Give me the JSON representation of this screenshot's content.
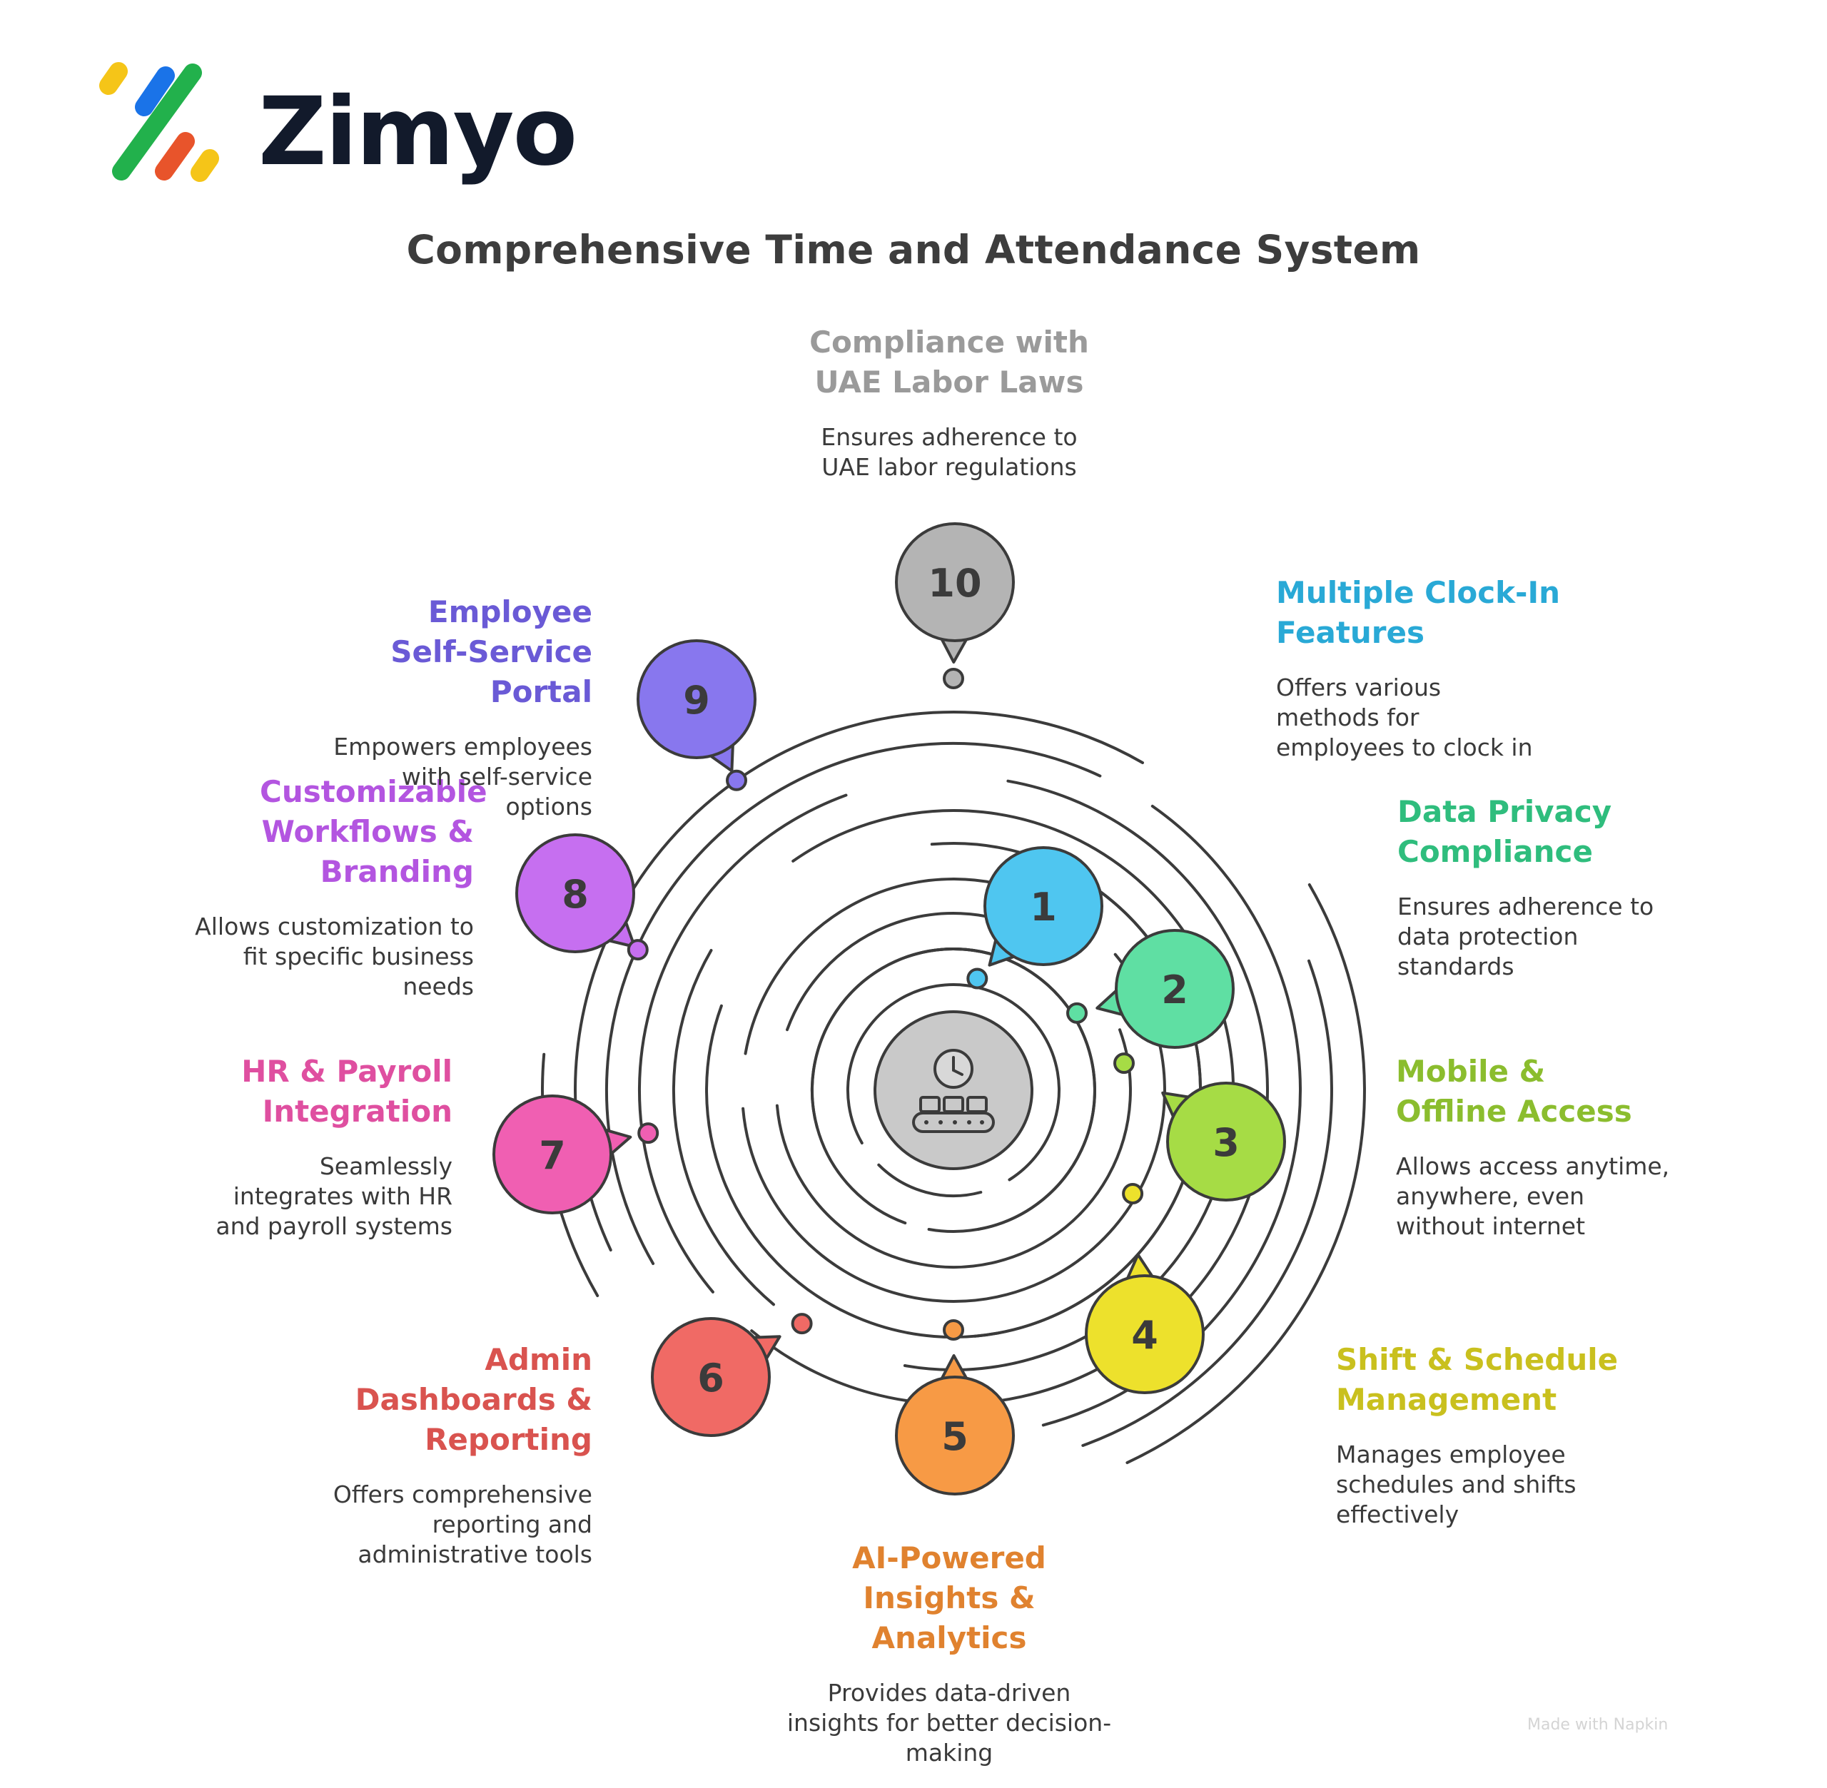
{
  "brand": {
    "name": "Zimyo",
    "logo_colors": [
      "#f5c518",
      "#1a73e8",
      "#22b14c",
      "#e8542b",
      "#f5c518"
    ]
  },
  "title": "Comprehensive Time and Attendance System",
  "center_icon": "clock-conveyor-icon",
  "features": [
    {
      "number": "1",
      "title": "Multiple Clock-In Features",
      "description": "Offers various methods for employees to clock in",
      "color": "#29a9d6",
      "fill": "#4fc6f0"
    },
    {
      "number": "2",
      "title": "Data Privacy Compliance",
      "description": "Ensures adherence to data protection standards",
      "color": "#2fbd7d",
      "fill": "#5fdfa3"
    },
    {
      "number": "3",
      "title": "Mobile & Offline Access",
      "description": "Allows access anytime, anywhere, even without internet",
      "color": "#8bbd2e",
      "fill": "#a6dc45"
    },
    {
      "number": "4",
      "title": "Shift & Schedule Management",
      "description": "Manages employee schedules and shifts effectively",
      "color": "#c9c01e",
      "fill": "#ede12c"
    },
    {
      "number": "5",
      "title": "AI-Powered Insights & Analytics",
      "description": "Provides data-driven insights for better decision-making",
      "color": "#e0822f",
      "fill": "#f79a45"
    },
    {
      "number": "6",
      "title": "Admin Dashboards & Reporting",
      "description": "Offers comprehensive reporting and administrative tools",
      "color": "#d9534f",
      "fill": "#f06a65"
    },
    {
      "number": "7",
      "title": "HR & Payroll Integration",
      "description": "Seamlessly integrates with HR and payroll systems",
      "color": "#df4fa0",
      "fill": "#f05fb2"
    },
    {
      "number": "8",
      "title": "Customizable Workflows & Branding",
      "description": "Allows customization to fit specific business needs",
      "color": "#b355e0",
      "fill": "#c66ff0"
    },
    {
      "number": "9",
      "title": "Employee Self-Service Portal",
      "description": "Empowers employees with self-service options",
      "color": "#6a5ad6",
      "fill": "#8877ee"
    },
    {
      "number": "10",
      "title": "Compliance with UAE Labor Laws",
      "description": "Ensures adherence to UAE labor regulations",
      "color": "#9a9a9a",
      "fill": "#b4b4b4"
    }
  ],
  "footer": "Made with Napkin"
}
